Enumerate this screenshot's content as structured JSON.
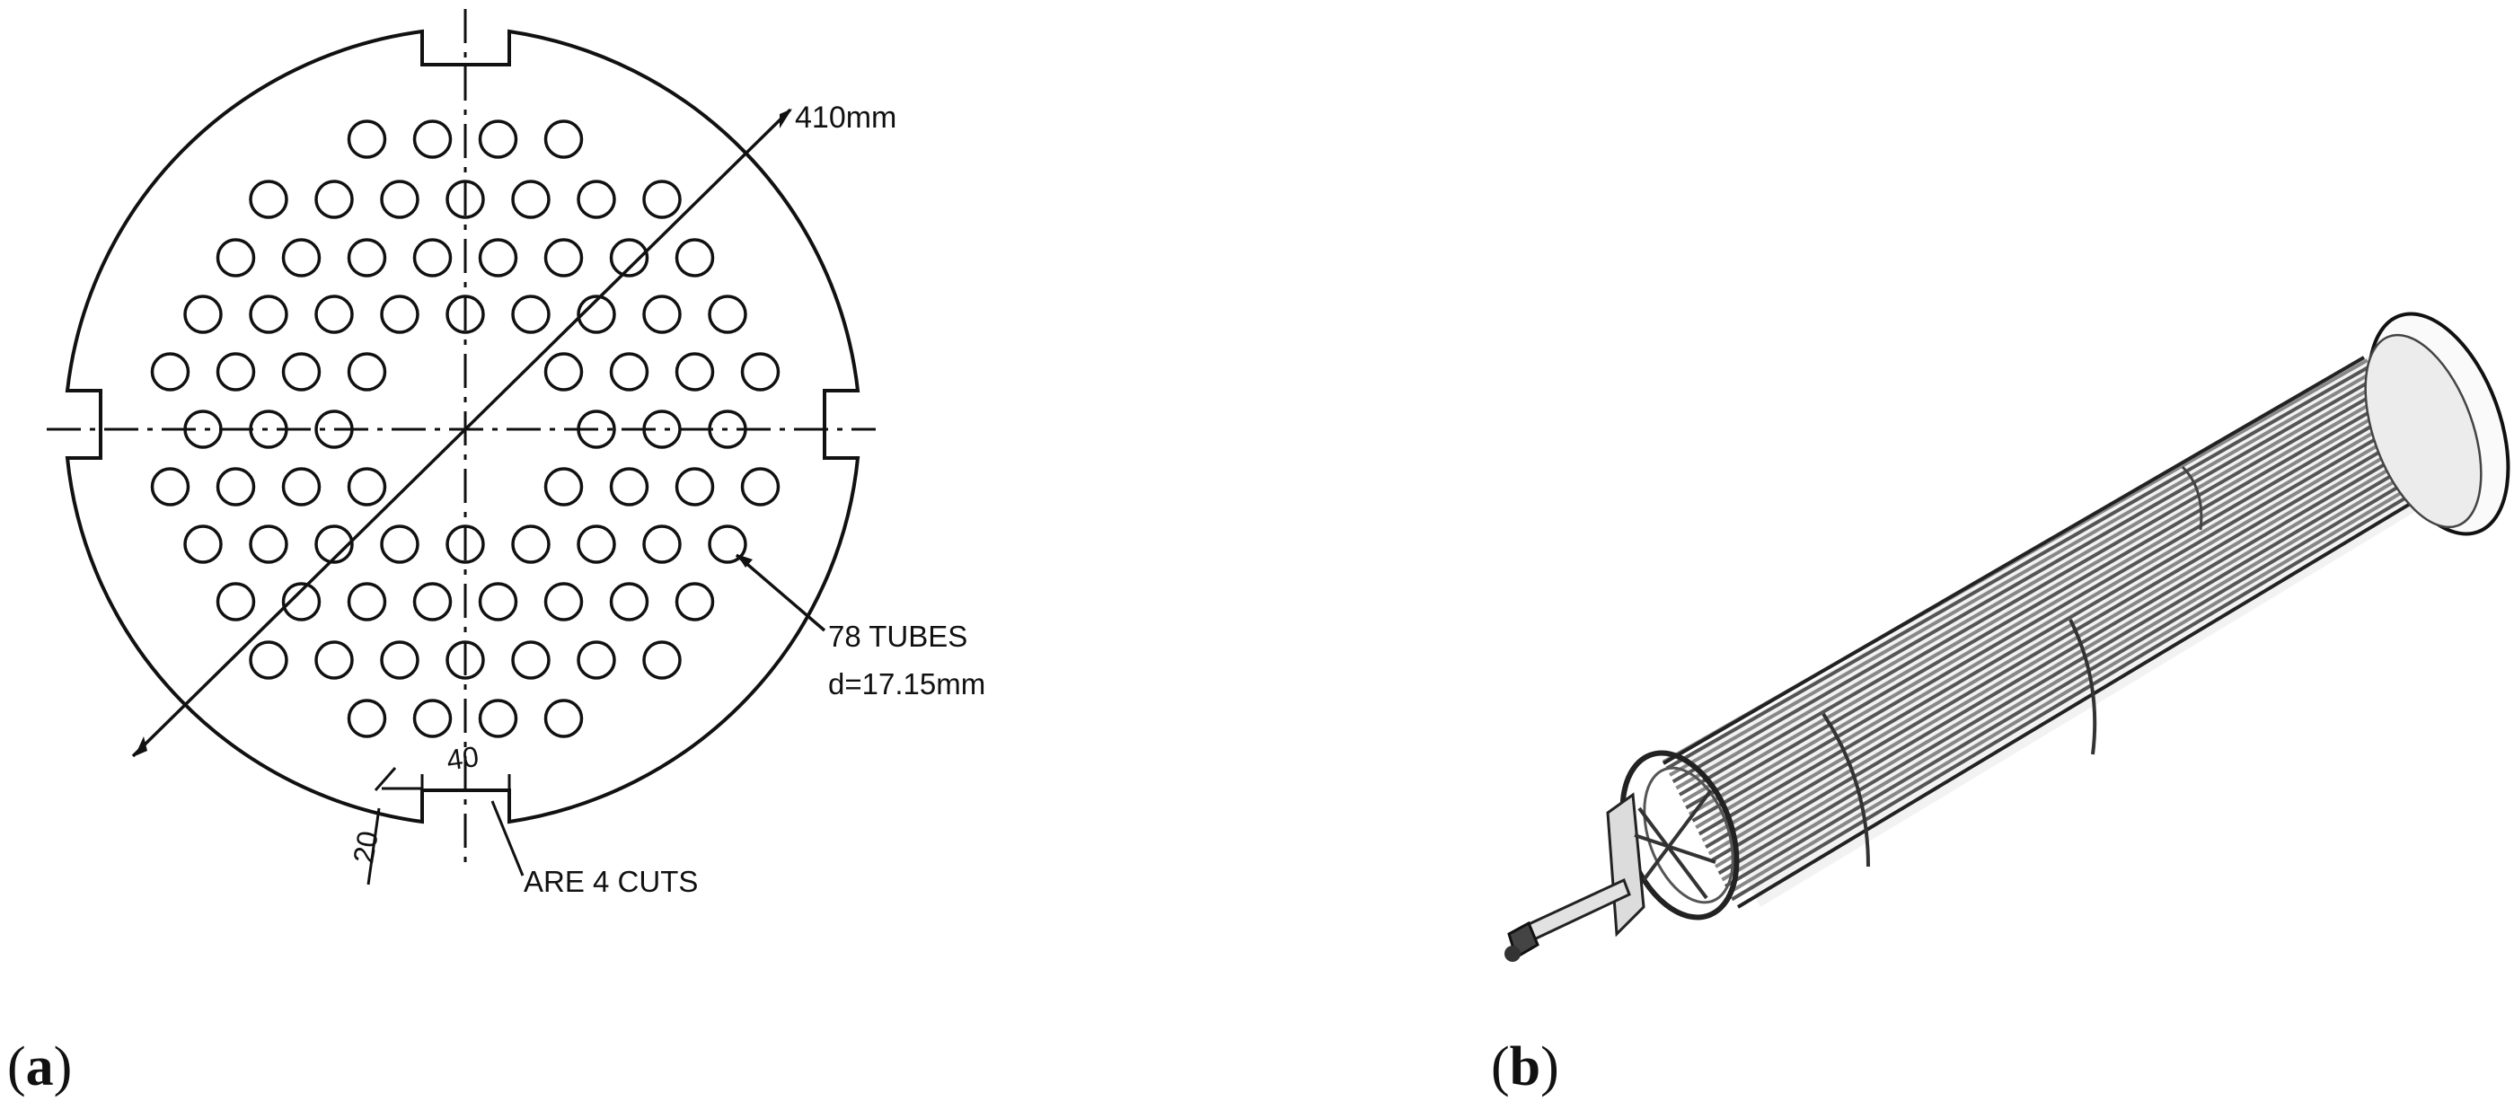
{
  "panel_a": {
    "label_open": "(",
    "label_letter": "a",
    "label_close": ")",
    "diameter_label": "410mm",
    "tubes_label": "78 TUBES",
    "tube_diameter_label": "d=17.15mm",
    "cut_width_label": "40",
    "cut_depth_label": "20",
    "cuts_label": "ARE 4 CUTS",
    "tube_count": 78
  },
  "panel_b": {
    "label_open": "(",
    "label_letter": "b",
    "label_close": ")"
  },
  "colors": {
    "line": "#111111",
    "background": "#ffffff",
    "tube_fill": "#f4f4f4"
  }
}
